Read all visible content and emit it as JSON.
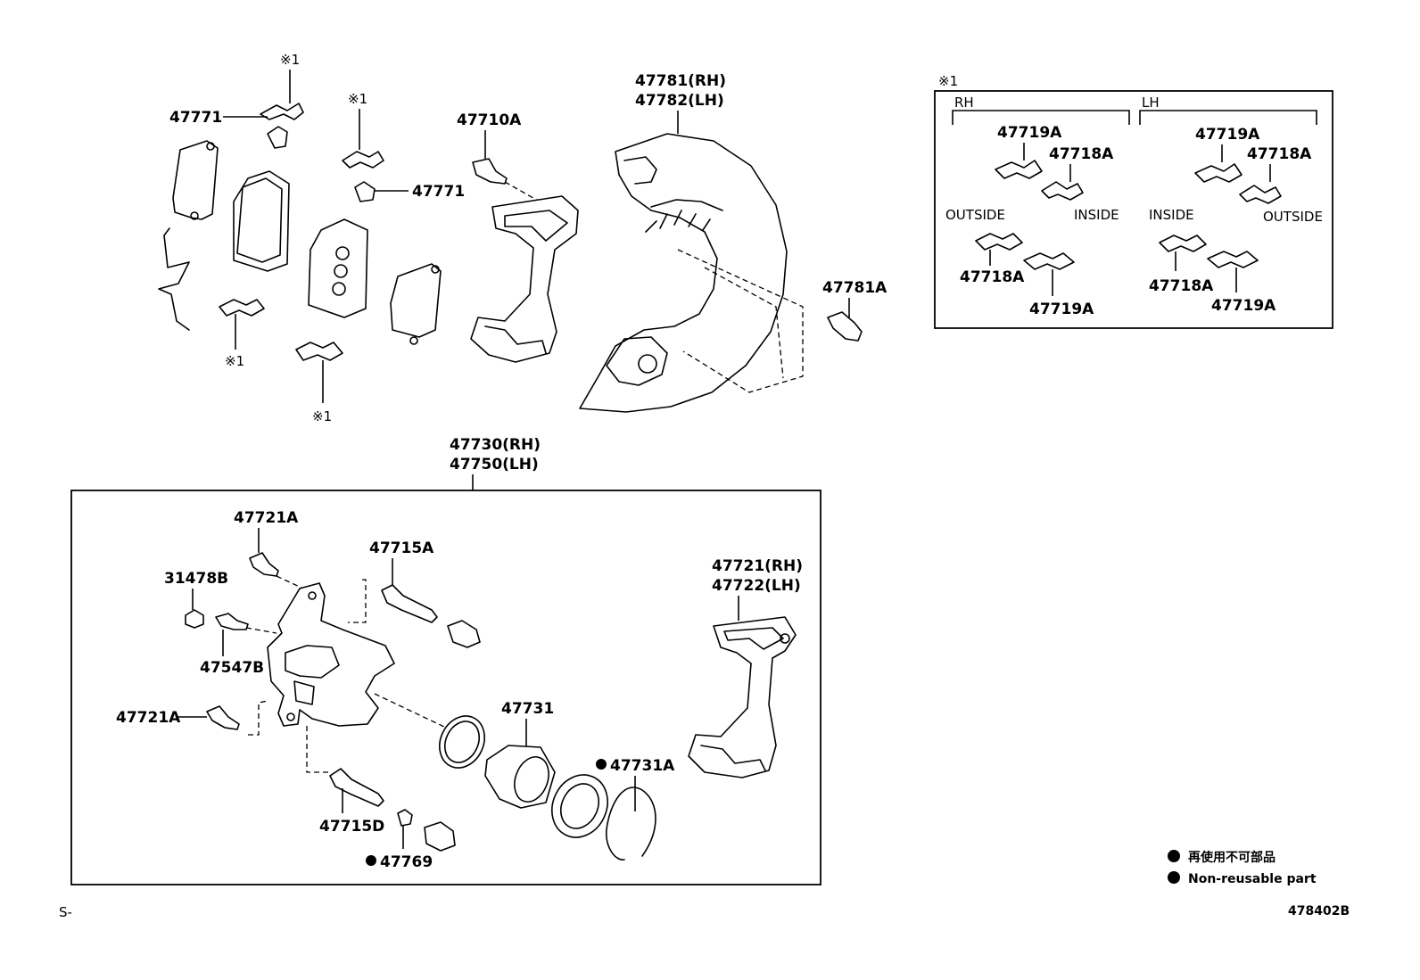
{
  "diagram": {
    "labels": {
      "ref1_top": "※1",
      "pad_fitting_kit_left": "47771",
      "ref1_mid": "※1",
      "pad_fitting_kit_right": "47771",
      "ref1_lower_left": "※1",
      "ref1_lower_mid": "※1",
      "caliper_bolt_top": "47710A",
      "dust_cover_rh": "47781(RH)",
      "dust_cover_lh": "47782(LH)",
      "dust_cover_bolt": "47781A",
      "caliper_assy_rh": "47730(RH)",
      "caliper_assy_lh": "47750(LH)",
      "bleeder_cap": "31478B",
      "bleeder_plug": "47547B",
      "bolt_upper": "47721A",
      "bolt_lower": "47721A",
      "slide_pin_upper": "47715A",
      "slide_pin_lower": "47715D",
      "bush": "47769",
      "piston": "47731",
      "piston_seal": "47731A",
      "mounting_rh": "47721(RH)",
      "mounting_lh": "47722(LH)"
    },
    "inset": {
      "marker": "※1",
      "rh_header": "RH",
      "lh_header": "LH",
      "rh": {
        "top_a": "47719A",
        "top_b": "47718A",
        "side_left": "OUTSIDE",
        "side_right": "INSIDE",
        "bottom_a": "47718A",
        "bottom_b": "47719A"
      },
      "lh": {
        "top_a": "47719A",
        "top_b": "47718A",
        "side_left": "INSIDE",
        "side_right": "OUTSIDE",
        "bottom_a": "47718A",
        "bottom_b": "47719A"
      }
    },
    "legend": {
      "japanese": "再使用不可部品",
      "english": "Non-reusable part"
    },
    "footer": {
      "left_code": "S-",
      "figure_code": "478402B"
    }
  }
}
